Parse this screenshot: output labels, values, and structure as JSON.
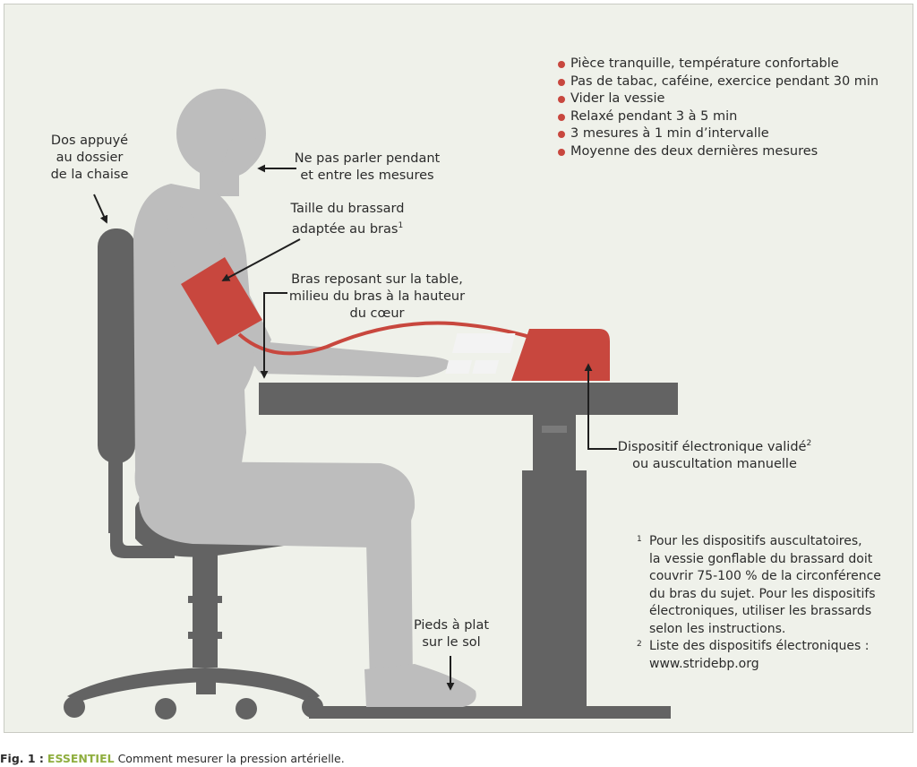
{
  "labels": {
    "back": [
      "Dos appuyé",
      "au dossier",
      "de la chaise"
    ],
    "talk": [
      "Ne pas parler pendant",
      "et entre les mesures"
    ],
    "cuff": [
      "Taille du brassard",
      "adaptée au bras",
      "1"
    ],
    "arm": [
      "Bras reposant sur la table,",
      "milieu du bras à la hauteur",
      "du cœur"
    ],
    "device": [
      "Dispositif électronique validé",
      "2",
      "ou auscultation manuelle"
    ],
    "feet": [
      "Pieds à plat",
      "sur le sol"
    ]
  },
  "checklist": [
    "Pièce tranquille, température confortable",
    "Pas de tabac, caféine, exercice pendant 30 min",
    "Vider la vessie",
    "Relaxé pendant 3 à 5 min",
    "3 mesures à 1 min d’intervalle",
    "Moyenne des deux dernières mesures"
  ],
  "notes": [
    {
      "marker": "1",
      "lines": [
        "Pour les dispositifs auscultatoires,",
        "la vessie gonflable du brassard doit",
        "couvrir 75-100 % de la circonférence",
        "du bras du sujet. Pour les dispositifs",
        "électroniques, utiliser les brassards",
        "selon les instructions."
      ]
    },
    {
      "marker": "2",
      "lines": [
        "Liste des dispositifs électroniques :",
        "www.stridebp.org"
      ]
    }
  ],
  "caption": {
    "prefix": "Fig. 1 :",
    "keyword": "ESSENTIEL",
    "text": "Comment mesurer la pression artérielle."
  },
  "colors": {
    "background": "#eff1ea",
    "person": "#bdbdbd",
    "furniture": "#636363",
    "accent": "#c8473e",
    "caption_keyword": "#8fae3f"
  }
}
